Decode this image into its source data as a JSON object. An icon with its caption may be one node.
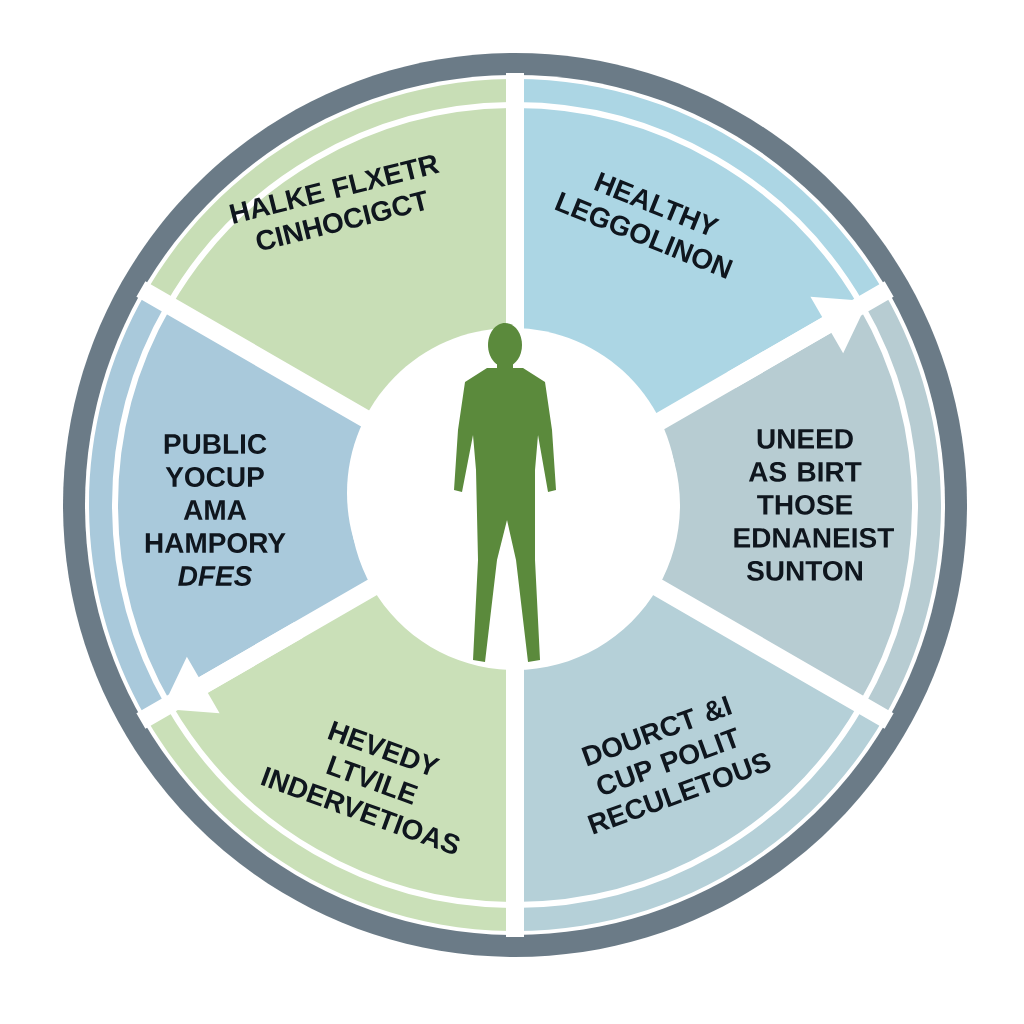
{
  "diagram": {
    "nodes": [
      {
        "text": [
          "HALKE FLXETR CINHOCIGCT"
        ]
      },
      {
        "text": [
          "HEALTHY LEGGOLINON"
        ]
      },
      {
        "text": [
          "PUBLIC YOCUP AMA HAMPORY *DFES*"
        ]
      },
      {
        "text": [
          "UNEED AS BIRT THOSE EDNANEIST SUNTON"
        ]
      },
      {
        "text": [
          "HEVEDY LTVILE INDERVETIOAS"
        ]
      },
      {
        "text": [
          "DOURCT &I CUP POLIT RECULETOUS"
        ]
      }
    ]
  }
}
